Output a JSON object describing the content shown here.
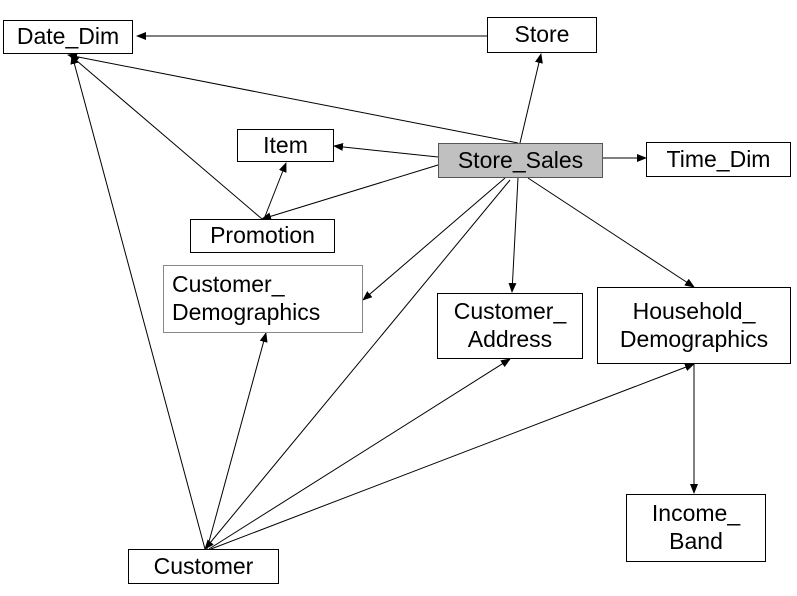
{
  "nodes": {
    "date_dim": {
      "label": "Date_Dim"
    },
    "store": {
      "label": "Store"
    },
    "item": {
      "label": "Item"
    },
    "store_sales": {
      "label": "Store_Sales",
      "highlight": "#c0c0c0"
    },
    "time_dim": {
      "label": "Time_Dim"
    },
    "promotion": {
      "label": "Promotion"
    },
    "customer_demographics": {
      "label": "Customer_\nDemographics"
    },
    "customer_address": {
      "label": "Customer_\nAddress"
    },
    "household_demographics": {
      "label": "Household_\nDemographics"
    },
    "income_band": {
      "label": "Income_\nBand"
    },
    "customer": {
      "label": "Customer"
    }
  },
  "edges": [
    {
      "from": "store",
      "to": "date_dim"
    },
    {
      "from": "store_sales",
      "to": "date_dim"
    },
    {
      "from": "store_sales",
      "to": "store"
    },
    {
      "from": "store_sales",
      "to": "item"
    },
    {
      "from": "store_sales",
      "to": "time_dim"
    },
    {
      "from": "store_sales",
      "to": "promotion"
    },
    {
      "from": "store_sales",
      "to": "customer_demographics"
    },
    {
      "from": "store_sales",
      "to": "customer_address"
    },
    {
      "from": "store_sales",
      "to": "household_demographics"
    },
    {
      "from": "store_sales",
      "to": "customer"
    },
    {
      "from": "promotion",
      "to": "item"
    },
    {
      "from": "promotion",
      "to": "date_dim"
    },
    {
      "from": "customer",
      "to": "date_dim"
    },
    {
      "from": "customer",
      "to": "customer_demographics"
    },
    {
      "from": "customer",
      "to": "customer_address"
    },
    {
      "from": "customer",
      "to": "household_demographics"
    },
    {
      "from": "household_demographics",
      "to": "income_band"
    }
  ]
}
